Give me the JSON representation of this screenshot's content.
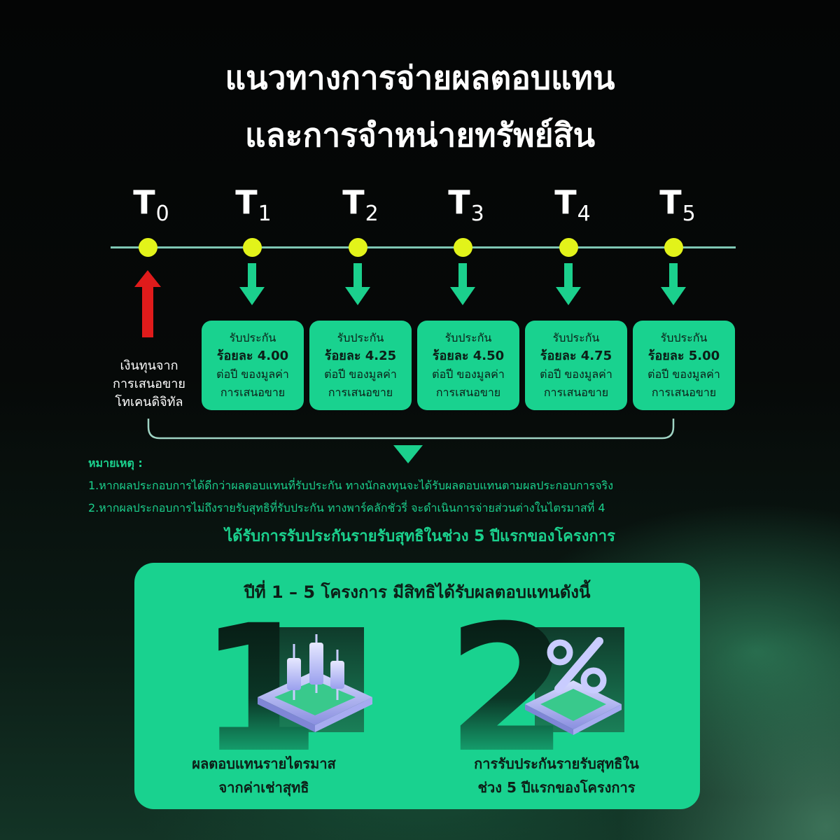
{
  "title": {
    "line1": "แนวทางการจ่ายผลตอบแทน",
    "line2": "และการจำหน่ายทรัพย์สิน"
  },
  "timeline": {
    "points": [
      {
        "letter": "T",
        "sub": "0"
      },
      {
        "letter": "T",
        "sub": "1"
      },
      {
        "letter": "T",
        "sub": "2"
      },
      {
        "letter": "T",
        "sub": "3"
      },
      {
        "letter": "T",
        "sub": "4"
      },
      {
        "letter": "T",
        "sub": "5"
      }
    ],
    "capital": {
      "line1": "เงินทุนจาก",
      "line2": "การเสนอขาย",
      "line3": "โทเคนดิจิทัล"
    },
    "boxes": [
      {
        "line1": "รับประกัน",
        "rate": "ร้อยละ 4.00",
        "line3": "ต่อปี ของมูลค่า",
        "line4": "การเสนอขาย"
      },
      {
        "line1": "รับประกัน",
        "rate": "ร้อยละ 4.25",
        "line3": "ต่อปี ของมูลค่า",
        "line4": "การเสนอขาย"
      },
      {
        "line1": "รับประกัน",
        "rate": "ร้อยละ 4.50",
        "line3": "ต่อปี ของมูลค่า",
        "line4": "การเสนอขาย"
      },
      {
        "line1": "รับประกัน",
        "rate": "ร้อยละ 4.75",
        "line3": "ต่อปี ของมูลค่า",
        "line4": "การเสนอขาย"
      },
      {
        "line1": "รับประกัน",
        "rate": "ร้อยละ 5.00",
        "line3": "ต่อปี ของมูลค่า",
        "line4": "การเสนอขาย"
      }
    ]
  },
  "notes": {
    "heading": "หมายเหตุ :",
    "items": [
      "1.หากผลประกอบการได้ดีกว่าผลตอบแทนที่รับประกัน ทางนักลงทุนจะได้รับผลตอบแทนตามผลประกอบการจริง",
      "2.หากผลประกอบการไม่ถึงรายรับสุทธิที่รับประกัน ทางพาร์คลักชัวรี่ จะดำเนินการจ่ายส่วนต่างในไตรมาสที่ 4"
    ]
  },
  "headline": "ได้รับการรับประกันรายรับสุทธิในช่วง 5 ปีแรกของโครงการ",
  "panel": {
    "title": "ปีที่ 1 – 5 โครงการ มีสิทธิได้รับผลตอบแทนดังนี้",
    "items": [
      {
        "number": "1",
        "icon": "candlestick-chart-icon",
        "caption1": "ผลตอบแทนรายไตรมาส",
        "caption2": "จากค่าเช่าสุทธิ"
      },
      {
        "number": "2",
        "icon": "percent-icon",
        "caption1": "การรับประกันรายรับสุทธิใน",
        "caption2": "ช่วง 5 ปีแรกของโครงการ"
      }
    ]
  },
  "colors": {
    "accent_green": "#19d28f",
    "dot_yellow": "#e2f31a",
    "arrow_green": "#1bd08d",
    "arrow_red": "#e01b1b"
  }
}
